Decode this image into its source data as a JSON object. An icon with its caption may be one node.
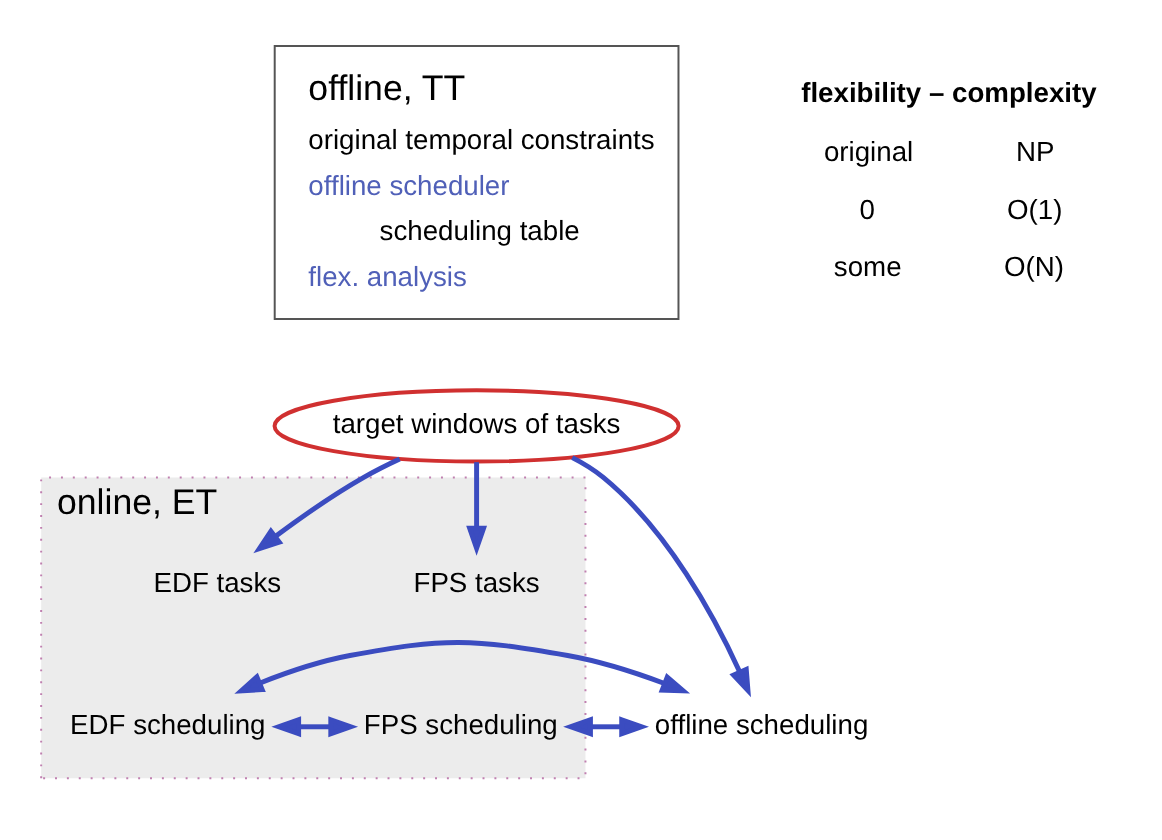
{
  "diagram": {
    "nodes": [
      {
        "text": [
          "offline, TT",
          "original temporal constraints",
          "offline scheduler",
          "scheduling table",
          "flex. analysis"
        ]
      },
      {
        "text": [
          "target windows of tasks"
        ]
      },
      {
        "text": [
          "online, ET"
        ]
      },
      {
        "text": [
          "EDF tasks"
        ],
        "in": 2
      },
      {
        "text": [
          "FPS tasks"
        ],
        "in": 2
      },
      {
        "text": [
          "EDF scheduling"
        ],
        "in": 2
      },
      {
        "text": [
          "FPS scheduling"
        ],
        "in": 2
      },
      {
        "text": [
          "offline scheduling"
        ]
      }
    ],
    "edges": [
      {
        "from": 1,
        "to": 3,
        "arrow": "to"
      },
      {
        "from": 1,
        "to": 4,
        "arrow": "to"
      },
      {
        "from": 1,
        "to": 7,
        "arrow": "to"
      },
      {
        "from": 5,
        "to": 6,
        "arrow": "both"
      },
      {
        "from": 6,
        "to": 7,
        "arrow": "both"
      },
      {
        "from": 5,
        "to": 7,
        "arrow": "both"
      }
    ],
    "labels": [
      "flexibility – complexity",
      "original",
      "NP",
      "0",
      "O(1)",
      "some",
      "O(N)"
    ]
  }
}
